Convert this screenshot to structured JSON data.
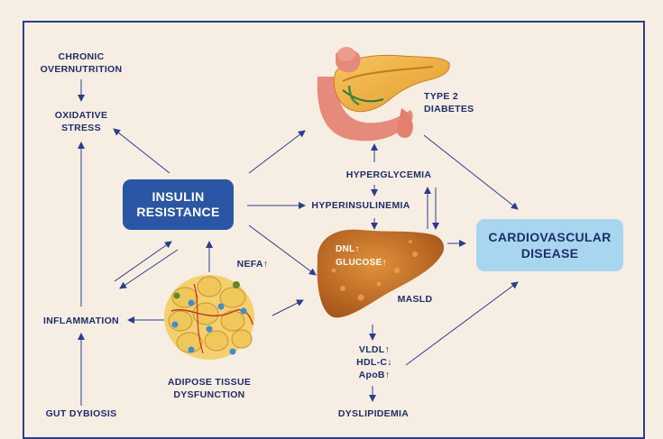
{
  "nodes": {
    "chronic": "CHRONIC\nOVERNUTRITION",
    "oxidative": "OXIDATIVE\nSTRESS",
    "insulin": "INSULIN\nRESISTANCE",
    "inflammation": "INFLAMMATION",
    "gut": "GUT DYBIOSIS",
    "nefa": "NEFA↑",
    "adipose": "ADIPOSE TISSUE\nDYSFUNCTION",
    "t2d": "TYPE 2\nDIABETES",
    "hyperglycemia": "HYPERGLYCEMIA",
    "hyperinsulinemia": "HYPERINSULINEMIA",
    "liver_inner": "DNL↑\nGLUCOSE↑",
    "masld": "MASLD",
    "lipids": "VLDL↑\nHDL-C↓\nApoB↑",
    "dyslipidemia": "DYSLIPIDEMIA",
    "cvd": "CARDIOVASCULAR\nDISEASE"
  },
  "colors": {
    "background": "#f6eee3",
    "frame": "#2b3d8f",
    "arrow": "#2b3d8f",
    "insulin_box": "#2a56a5",
    "cvd_box": "#a9d6ef",
    "liver": "#c8721e",
    "pancreas": "#f2b33c",
    "adipose": "#f0c75a"
  },
  "icons": [
    "pancreas-icon",
    "liver-icon",
    "adipose-tissue-icon"
  ]
}
